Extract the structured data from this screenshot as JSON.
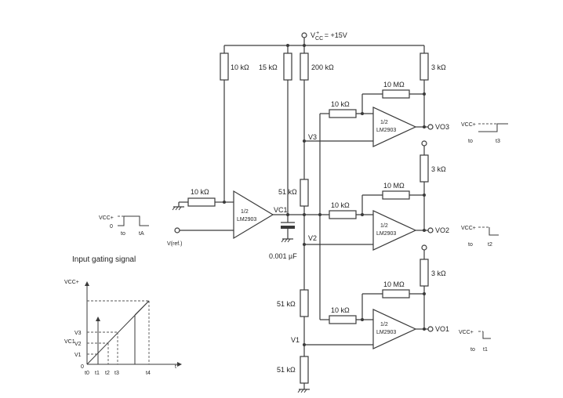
{
  "supply": {
    "label": "V",
    "sub": "CC",
    "sup": "+",
    "value": " = +15V"
  },
  "resistors": {
    "r10k_top": "10 kΩ",
    "r15k": "15 kΩ",
    "r200k": "200 kΩ",
    "r3k_top": "3 kΩ",
    "r10M_top": "10 MΩ",
    "r10k_a": "10 kΩ",
    "r3k_mid": "3 kΩ",
    "r51k_a": "51 kΩ",
    "r10k_in": "10 kΩ",
    "r10M_mid": "10 MΩ",
    "r10k_b": "10 kΩ",
    "r3k_bot": "3 kΩ",
    "r10M_bot": "10 MΩ",
    "r51k_b": "51 kΩ",
    "r10k_c": "10 kΩ",
    "r51k_c": "51 kΩ"
  },
  "capacitor": "0.001 µF",
  "amps": {
    "half": "1/2",
    "part": "LM2903"
  },
  "nodes": {
    "v3": "V3",
    "v2": "V2",
    "v1": "V1",
    "vc1": "VC1",
    "vref": "V(ref.)"
  },
  "outputs": {
    "vo3": "VO3",
    "vo2": "VO2",
    "vo1": "VO1"
  },
  "waveforms": {
    "input": {
      "vcc": "VCC+",
      "zero": "0",
      "t0": "to",
      "tA": "tA"
    },
    "out3": {
      "vcc": "VCC+",
      "t0": "to",
      "t": "t3"
    },
    "out2": {
      "vcc": "VCC+",
      "t0": "to",
      "t": "t2"
    },
    "out1": {
      "vcc": "VCC+",
      "t0": "to",
      "t": "t1"
    }
  },
  "graph": {
    "title": "Input gating signal",
    "ylabel": "VCC+",
    "levels": [
      "V3",
      "V2",
      "VC1",
      "V1"
    ],
    "origin": "0",
    "ticks": [
      "t0",
      "t1",
      "t2",
      "t3",
      "t4"
    ],
    "xaxis": "t"
  }
}
